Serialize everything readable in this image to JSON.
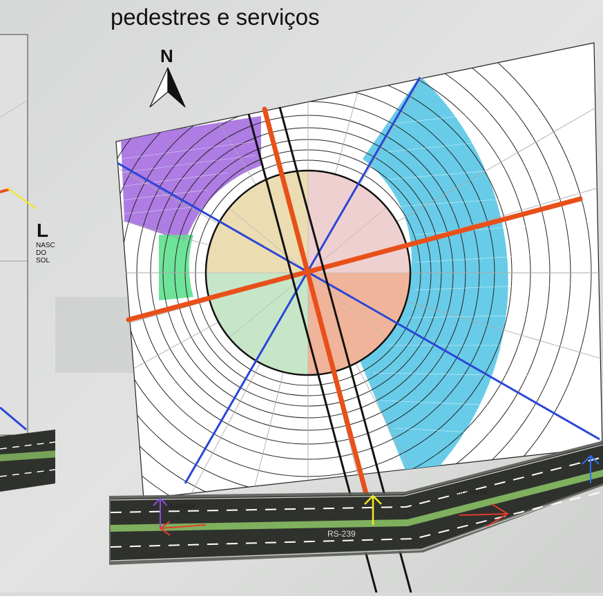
{
  "header": {
    "title": "pedestres e serviços"
  },
  "compass": {
    "north_label": "N"
  },
  "left_panel": {
    "east_label": "L",
    "sunrise_lines": [
      "NASC",
      "DO",
      "SOL"
    ]
  },
  "road": {
    "name": "RS-239",
    "left_destination": "TAQUARA",
    "right_destination": "ROLANTE"
  },
  "colors": {
    "purple_zone": "#a56ee0",
    "green_zone": "#5fe08f",
    "blue_zone": "#58c6e6",
    "axis_orange": "#e8501a",
    "axis_blue": "#2a46d6",
    "access_yellow": "#f2ea1a",
    "arrow_red": "#e23a2a",
    "road_green": "#7fb05e",
    "road_asphalt": "#2f312d"
  }
}
